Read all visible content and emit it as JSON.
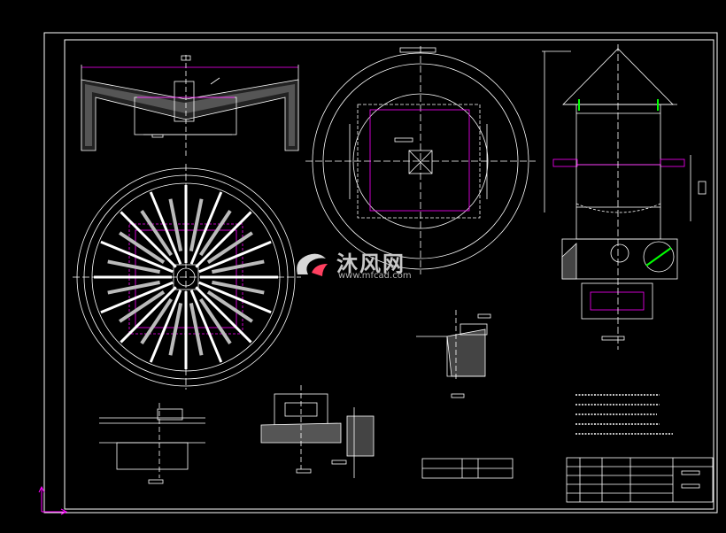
{
  "drawing": {
    "background": "#000000",
    "line_color": "#ffffff",
    "accent_color": "#ff00ff",
    "green_color": "#00ff00"
  },
  "watermark": {
    "brand_text": "沐风网",
    "url_text": "www.mfcad.com",
    "logo_icon": "mfcad-logo-icon"
  },
  "views": [
    {
      "id": "section-view",
      "icon": "tank-section-icon"
    },
    {
      "id": "plan-view",
      "icon": "radial-plan-icon"
    },
    {
      "id": "top-view",
      "icon": "circular-top-icon"
    },
    {
      "id": "elevation-view",
      "icon": "tower-elevation-icon"
    },
    {
      "id": "detail-a",
      "icon": "weir-detail-icon"
    },
    {
      "id": "detail-b",
      "icon": "channel-detail-icon"
    },
    {
      "id": "detail-c",
      "icon": "wall-detail-icon"
    }
  ],
  "notes": {
    "lines": 5
  },
  "title_block": {
    "icon": "title-block-icon"
  }
}
